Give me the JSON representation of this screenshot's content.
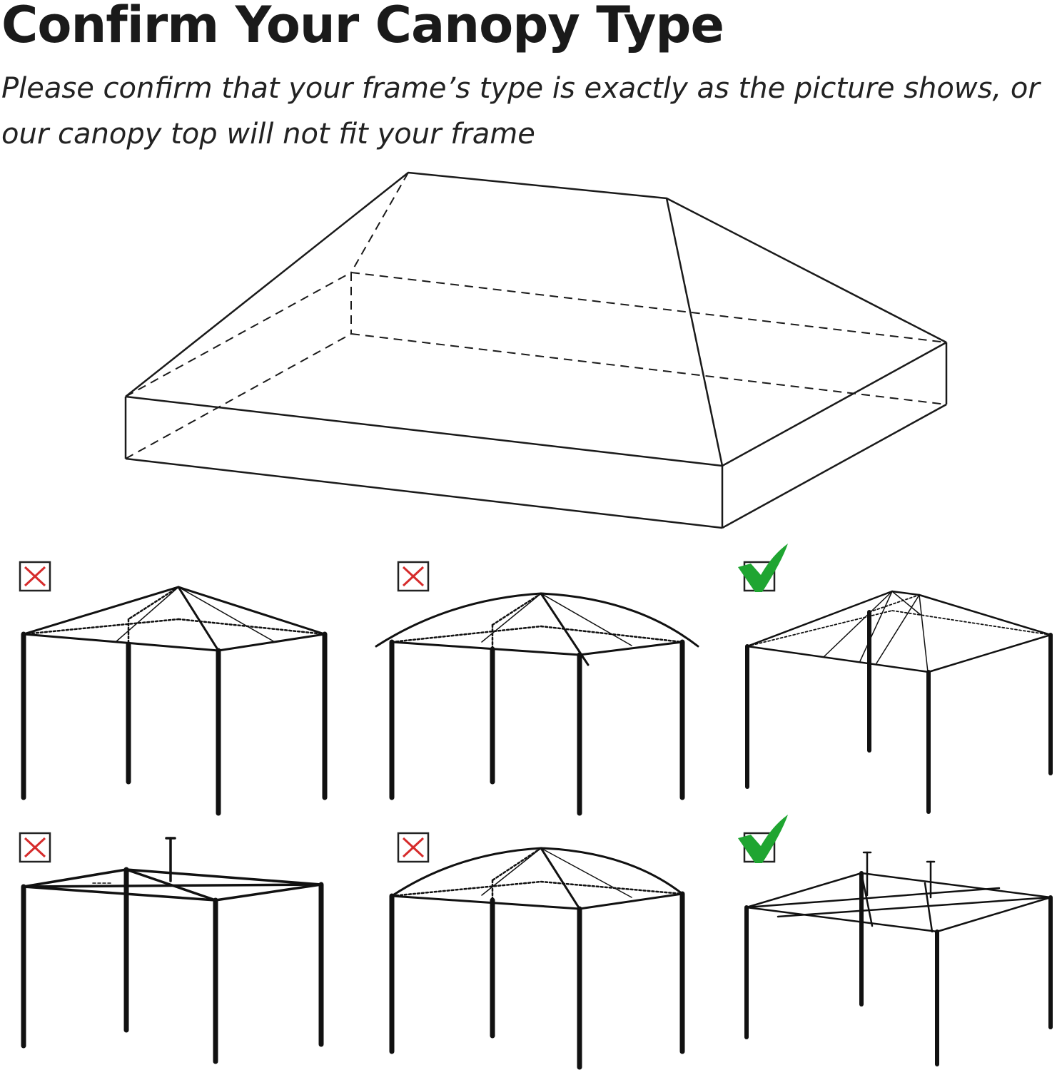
{
  "header": {
    "title": "Confirm Your Canopy Type",
    "subtitle": "Please confirm that your frame’s type is exactly as the picture shows, or our canopy top will not fit your frame"
  },
  "colors": {
    "line": "#1a1a1a",
    "frame": "#111111",
    "reject_mark": "#d62b2b",
    "accept_mark": "#1fa531"
  },
  "frame_options": [
    {
      "style": "peaked-roof-with-center-pole",
      "fits": false,
      "mark": "red-x-icon"
    },
    {
      "style": "curved-roof-with-center-pole",
      "fits": false,
      "mark": "red-x-icon"
    },
    {
      "style": "flat-top-straight-edges",
      "fits": true,
      "mark": "green-check-icon"
    },
    {
      "style": "flat-frame-with-crossbar",
      "fits": false,
      "mark": "red-x-icon"
    },
    {
      "style": "curved-dome-roof",
      "fits": false,
      "mark": "red-x-icon"
    },
    {
      "style": "flat-frame-with-side-poles",
      "fits": true,
      "mark": "green-check-icon"
    }
  ]
}
